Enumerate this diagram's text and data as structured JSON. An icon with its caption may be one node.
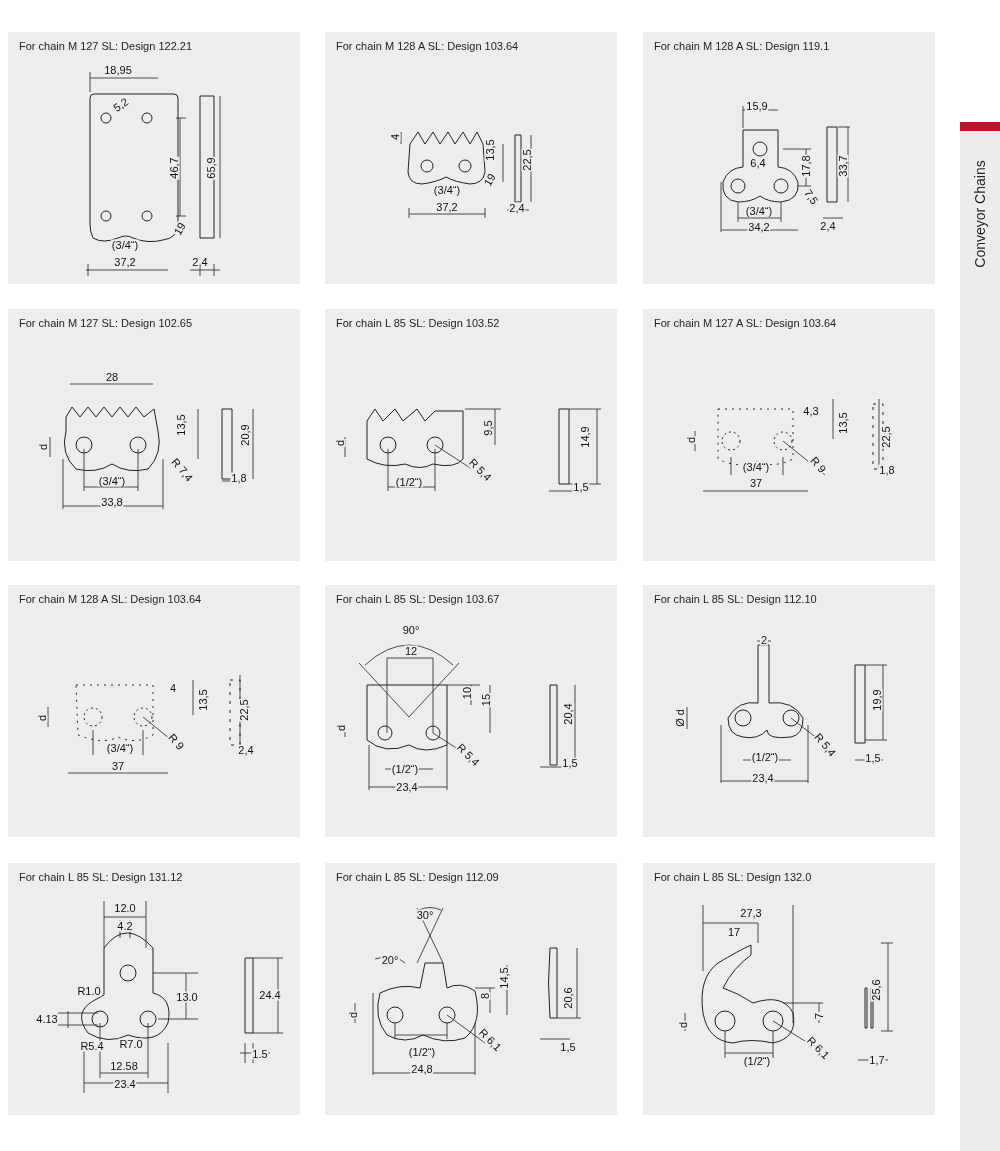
{
  "diagram": {
    "nodes": [
      {
        "text": [
          "For chain M 127 SL: Design 122.21"
        ]
      },
      {
        "text": [
          "For chain M 128 A SL: Design 103.64"
        ]
      },
      {
        "text": [
          "For chain M 128 A SL: Design 119.1"
        ]
      },
      {
        "text": [
          "For chain M 127 SL: Design 102.65"
        ]
      },
      {
        "text": [
          "For chain L 85 SL: Design 103.52"
        ]
      },
      {
        "text": [
          "For chain M 127 A SL: Design 103.64"
        ]
      },
      {
        "text": [
          "For chain M 128 A SL: Design 103.64"
        ]
      },
      {
        "text": [
          "For chain L 85 SL: Design 103.67"
        ]
      },
      {
        "text": [
          "For chain L 85 SL: Design 112.10"
        ]
      },
      {
        "text": [
          "For chain L 85 SL: Design 131.12"
        ]
      },
      {
        "text": [
          "For chain L 85 SL: Design 112.09"
        ]
      },
      {
        "text": [
          "For chain L 85 SL: Design 132.0"
        ]
      },
      {
        "text": [
          "Conveyor Chains"
        ]
      }
    ],
    "labels": [
      "18,95",
      "5,2",
      "46,7",
      "65,9",
      "19",
      "(3/4“)",
      "37,2",
      "2,4",
      "4",
      "13,5",
      "22,5",
      "19",
      "(3/4“)",
      "37,2",
      "2,4",
      "15,9",
      "6,4",
      "17,8",
      "33,7",
      "7,5",
      "(3/4“)",
      "34,2",
      "2,4",
      "28",
      "13,5",
      "20,9",
      "d",
      "R 7,4",
      "(3/4“)",
      "1,8",
      "33,8",
      "9,5",
      "14,9",
      "d",
      "R 5,4",
      "(1/2“)",
      "1,5",
      "4,3",
      "13,5",
      "22,5",
      "d",
      "R 9",
      "(3/4“)",
      "1,8",
      "37",
      "4",
      "13,5",
      "22,5",
      "d",
      "R 9",
      "(3/4“)",
      "2,4",
      "37",
      "90°",
      "12",
      "10",
      "15",
      "20,4",
      "d",
      "R 5,4",
      "(1/2“)",
      "1,5",
      "23,4",
      "2",
      "Ø d",
      "19,9",
      "R 5,4",
      "(1/2“)",
      "1,5",
      "23,4",
      "12.0",
      "4.2",
      "R1.0",
      "13.0",
      "24.4",
      "4.13",
      "R5.4",
      "R7.0",
      "12.58",
      "1.5",
      "23.4",
      "30°",
      "20°",
      "8",
      "14,5",
      "20,6",
      "d",
      "R 6,1",
      "(1/2“)",
      "1,5",
      "24,8",
      "27,3",
      "17",
      "7",
      "25,6",
      "d",
      "R 6,1",
      "(1/2“)",
      "1,7"
    ]
  }
}
